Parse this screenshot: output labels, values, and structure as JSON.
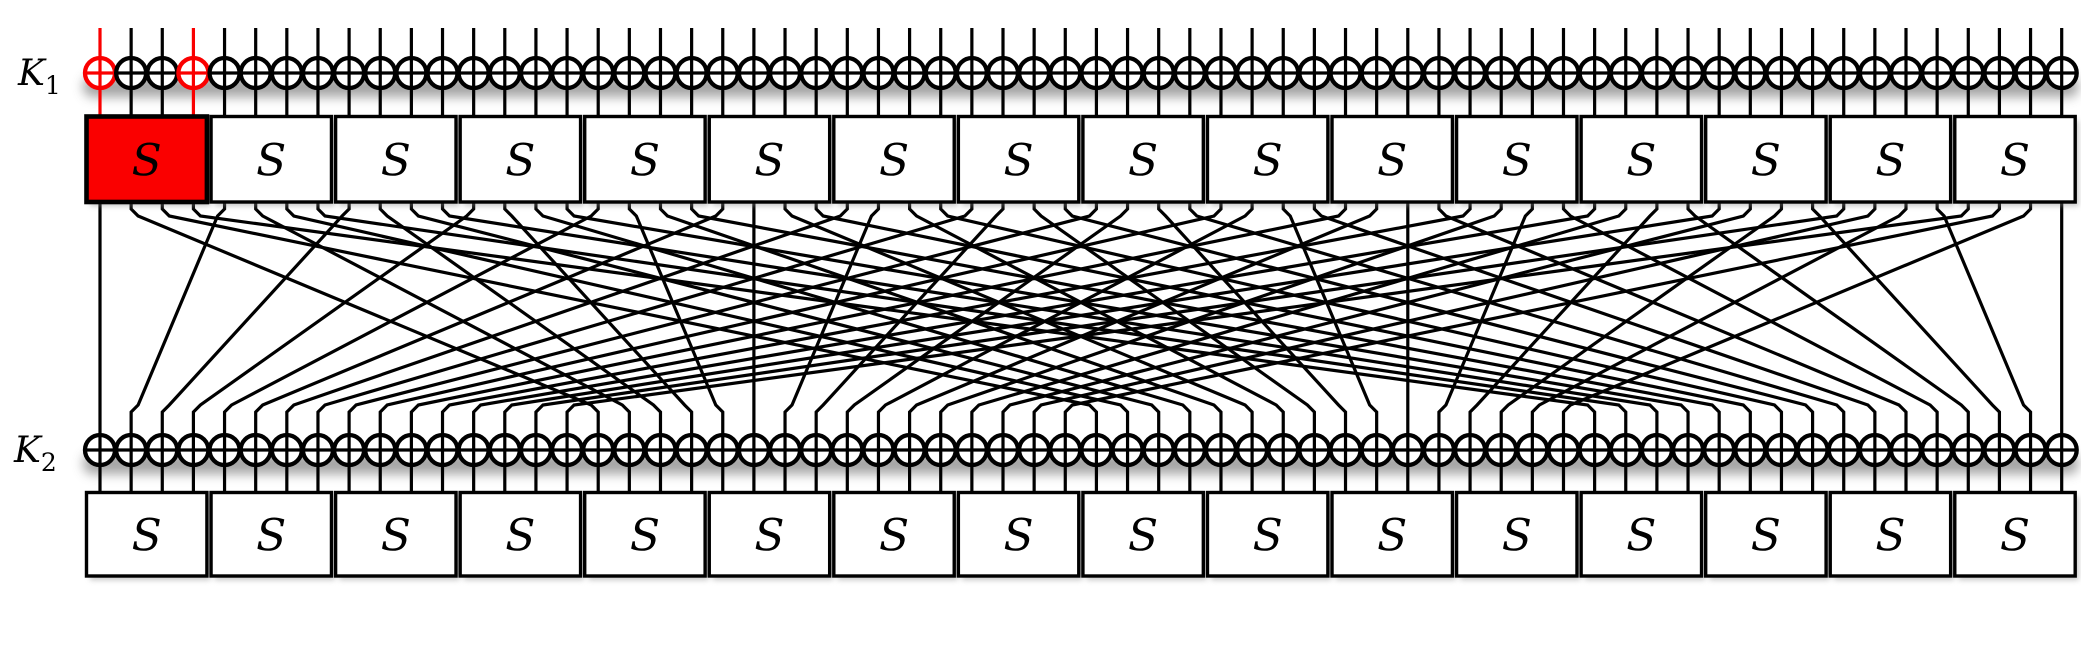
{
  "diagram": {
    "kind": "substitution-permutation-network-round-diagram",
    "key1": {
      "base": "K",
      "sub": "1"
    },
    "key2": {
      "base": "K",
      "sub": "2"
    },
    "sbox_label": "S",
    "structure": {
      "rows_of_sboxes": 2,
      "sboxes_per_row": 16,
      "bits_per_sbox": 4,
      "total_wires": 64,
      "xor_rows": 2,
      "highlighted_sbox_row": 1,
      "highlighted_sbox_index": 0,
      "highlighted_wire_indices": [
        0,
        3
      ],
      "permutation_rule": "output wire w feeds input wire 16*(w mod 4) + floor(w/4)"
    },
    "colors": {
      "line": "#000000",
      "highlight": "#fa0000",
      "box_fill": "#ffffff",
      "box_border": "#000000",
      "background": "#ffffff",
      "shadow": "#8e8e8e"
    }
  }
}
